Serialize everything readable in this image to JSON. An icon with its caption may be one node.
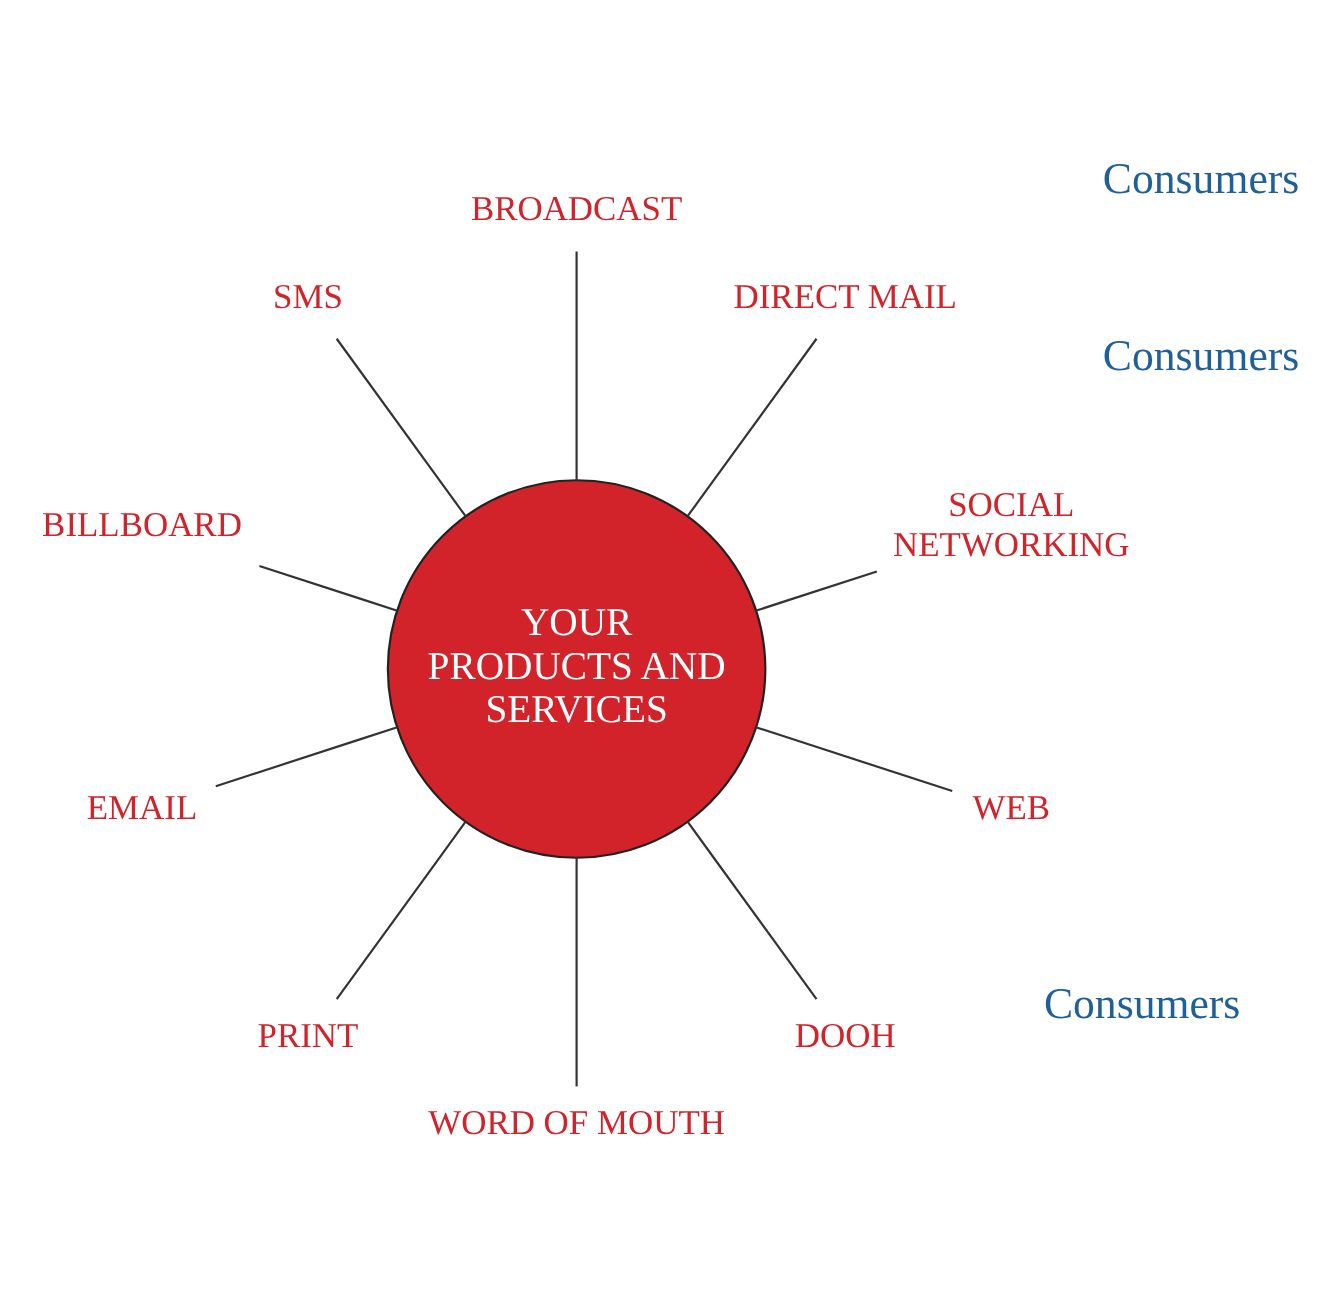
{
  "diagram": {
    "nodes": [
      {
        "text": [
          "YOUR PRODUCTS AND SERVICES"
        ]
      },
      {
        "text": [
          "SOCIAL NETWORKING"
        ]
      },
      {
        "text": [
          "DIRECT MAIL"
        ]
      },
      {
        "text": [
          "BROADCAST"
        ]
      },
      {
        "text": [
          "SMS"
        ]
      },
      {
        "text": [
          "BILLBOARD"
        ]
      },
      {
        "text": [
          "EMAIL"
        ]
      },
      {
        "text": [
          "PRINT"
        ]
      },
      {
        "text": [
          "WORD OF MOUTH"
        ]
      },
      {
        "text": [
          "DOOH"
        ]
      },
      {
        "text": [
          "WEB"
        ]
      }
    ],
    "edges": [
      {
        "from": 0,
        "to": 1,
        "arrow": "none"
      },
      {
        "from": 0,
        "to": 3,
        "arrow": "none"
      },
      {
        "from": 0,
        "to": 5,
        "arrow": "none"
      },
      {
        "from": 0,
        "to": 7,
        "arrow": "none"
      },
      {
        "from": 0,
        "to": 9,
        "arrow": "none"
      },
      {
        "from": 0,
        "to": 10,
        "arrow": "none"
      },
      {
        "from": 0,
        "to": 8,
        "arrow": "none"
      },
      {
        "from": 0,
        "to": 6,
        "arrow": "none"
      },
      {
        "from": 0,
        "to": 4,
        "arrow": "none"
      },
      {
        "from": 0,
        "to": 2,
        "arrow": "none"
      }
    ],
    "labels": [
      "Consumers",
      "Consumers",
      "Consumers"
    ]
  }
}
